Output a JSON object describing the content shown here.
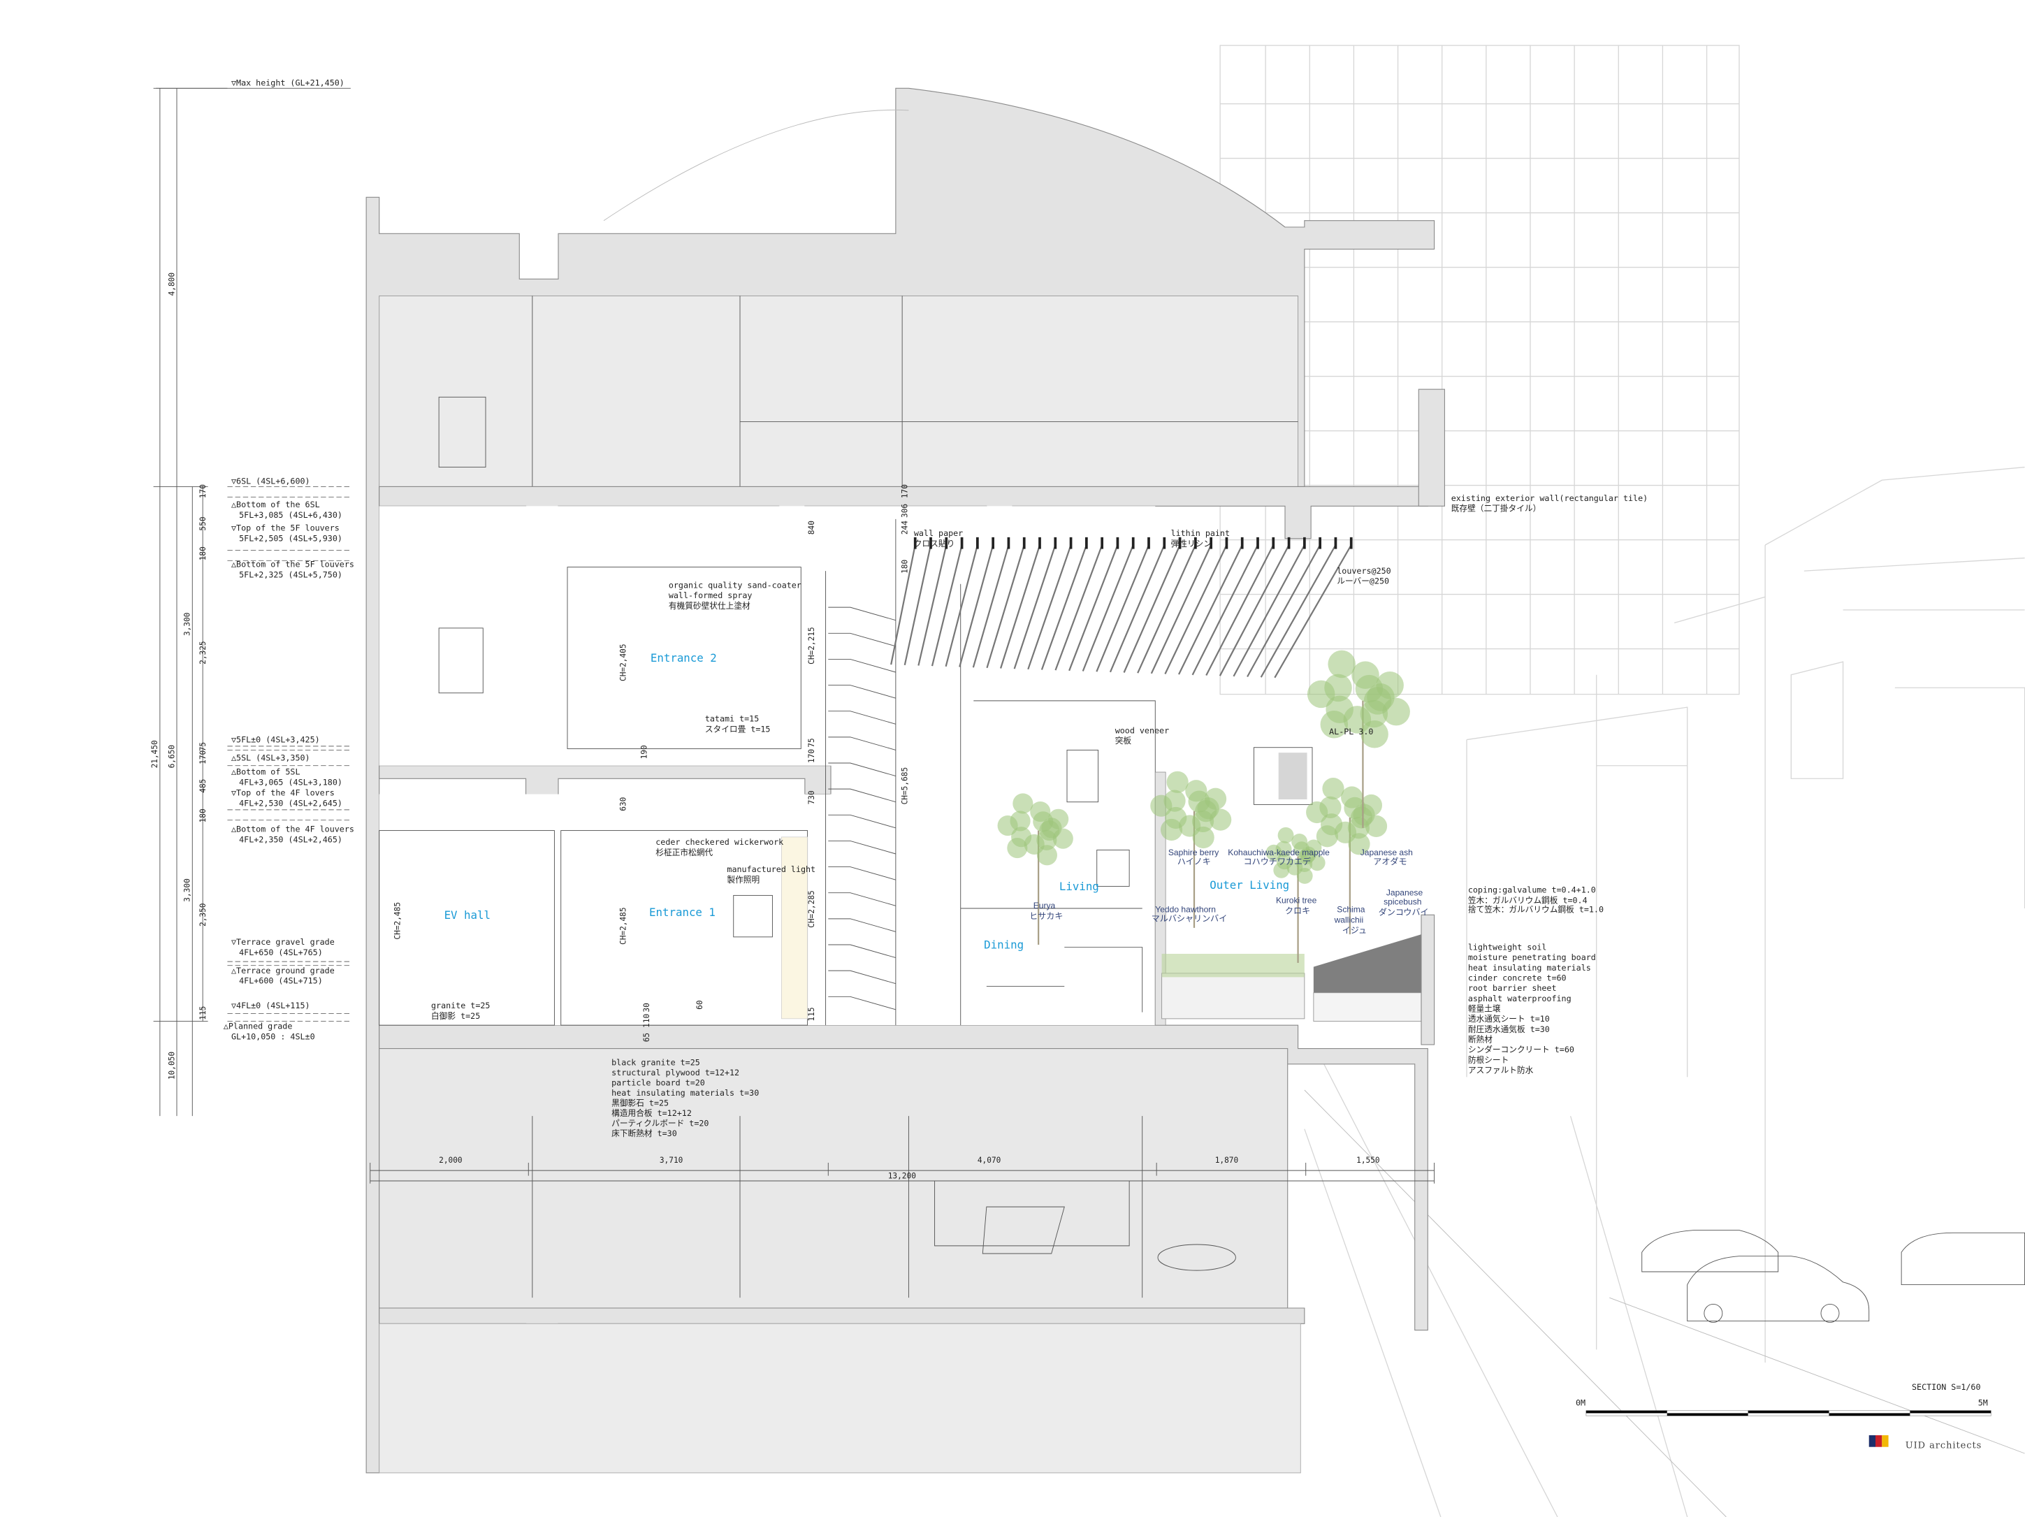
{
  "levels": {
    "max_height": "▽Max height (GL+21,450)",
    "sl6": "▽6SL (4SL+6,600)",
    "bottom_6sl": [
      "△Bottom of the 6SL",
      "5FL+3,085 (4SL+6,430)"
    ],
    "top_5f_louvers": [
      "▽Top of the 5F louvers",
      "5FL+2,505 (4SL+5,930)"
    ],
    "bottom_5f_louvers": [
      "△Bottom of the 5F louvers",
      "5FL+2,325 (4SL+5,750)"
    ],
    "fl5": "▽5FL±0 (4SL+3,425)",
    "sl5": "△5SL (4SL+3,350)",
    "bottom_5sl": [
      "△Bottom of 5SL",
      "4FL+3,065 (4SL+3,180)"
    ],
    "top_4f_louvers": [
      "▽Top of the 4F lovers",
      "4FL+2,530 (4SL+2,645)"
    ],
    "bottom_4f_louvers": [
      "△Bottom of the 4F louvers",
      "4FL+2,350 (4SL+2,465)"
    ],
    "terrace_gravel": [
      "▽Terrace gravel grade",
      "4FL+650 (4SL+765)"
    ],
    "terrace_ground": [
      "△Terrace ground grade",
      "4FL+600 (4SL+715)"
    ],
    "fl4": "▽4FL±0 (4SL+115)",
    "planned_grade": [
      "△Planned grade",
      "GL+10,050 : 4SL±0"
    ]
  },
  "vertical_dims": {
    "total": "21,450",
    "upper": "4,800",
    "mid": "6,650",
    "lower": "10,050",
    "floor5": "3,300",
    "floor4": "3,300",
    "d170a": "170",
    "d550": "550",
    "d180a": "180",
    "d2325": "2,325",
    "d75": "75",
    "d170b": "170",
    "d485": "485",
    "d180b": "180",
    "d2350": "2,350",
    "d115": "115",
    "c840": "840",
    "c170": "170",
    "c306": "306",
    "c244": "244",
    "c180": "180",
    "c75": "75",
    "c170b": "170",
    "c730": "730",
    "c630": "630",
    "c190": "190",
    "c115": "115",
    "c30": "30",
    "c110": "110",
    "c65": "65",
    "c60": "60"
  },
  "ceiling_heights": {
    "entrance2": "CH=2,405",
    "stair": "CH=2,215",
    "living": "CH=5,685",
    "ev_hall": "CH=2,485",
    "entrance1": "CH=2,485",
    "shelf": "CH=2,285"
  },
  "rooms": {
    "entrance2": "Entrance 2",
    "entrance1": "Entrance 1",
    "ev_hall": "EV hall",
    "living": "Living",
    "dining": "Dining",
    "outer_living": "Outer Living"
  },
  "notes": {
    "sand_coater": [
      "organic quality sand-coater",
      "wall-formed spray",
      "有機質砂壁状仕上塗材"
    ],
    "tatami": [
      "tatami t=15",
      "スタイロ畳 t=15"
    ],
    "wall_paper": [
      "wall paper",
      "クロス貼り"
    ],
    "lithin": [
      "lithin paint",
      "弾性リシン"
    ],
    "louvers": [
      "louvers@250",
      "ルーバー@250"
    ],
    "existing_wall": [
      "existing exterior wall(rectangular tile)",
      "既存壁（二丁掛タイル）"
    ],
    "cedar": [
      "ceder checkered wickerwork",
      "杉柾正市松網代"
    ],
    "light": [
      "manufactured light",
      "製作照明"
    ],
    "granite": [
      "granite t=25",
      "白御影 t=25"
    ],
    "wood_veneer": [
      "wood veneer",
      "突板"
    ],
    "al_pl": "AL-PL 3.0",
    "coping": [
      "coping:galvalume t=0.4+1.0",
      "笠木：ガルバリウム鋼板 t=0.4",
      "捨て笠木：ガルバリウム鋼板 t=1.0"
    ],
    "roof_layers": [
      "lightweight soil",
      "moisture penetrating board",
      "heat insulating materials",
      "cinder concrete t=60",
      "root barrier sheet",
      "asphalt waterproofing",
      "軽量土壌",
      "透水通気シート t=10",
      "耐圧透水通気板 t=30",
      "断熱材",
      "シンダーコンクリート t=60",
      "防根シート",
      "アスファルト防水"
    ],
    "floor_layers": [
      "black granite t=25",
      "structural plywood t=12+12",
      "particle board t=20",
      "heat insulating materials t=30",
      "黒御影石 t=25",
      "構造用合板 t=12+12",
      "パーティクルボード t=20",
      "床下断熱材 t=30"
    ]
  },
  "plants": {
    "eurya": [
      "Eurya",
      "ヒサカキ"
    ],
    "saphire": [
      "Saphire berry",
      "ハイノキ"
    ],
    "kohauchiwa": [
      "Kohauchiwa-kaede mapple",
      "コハウチワカエデ"
    ],
    "yeddo": [
      "Yeddo hawthorn",
      "マルバシャリンバイ"
    ],
    "kuroki": [
      "Kuroki tree",
      "クロキ"
    ],
    "schima": [
      "Schima",
      "wallichii",
      "イジュ"
    ],
    "ash": [
      "Japanese ash",
      "アオダモ"
    ],
    "spicebush": [
      "Japanese",
      "spicebush",
      "ダンコウバイ"
    ]
  },
  "horizontal_dims": {
    "spans": [
      "2,000",
      "3,710",
      "4,070",
      "1,870",
      "1,550"
    ],
    "total": "13,200"
  },
  "scale": {
    "title": "SECTION S=1/60",
    "start": "0M",
    "end": "5M",
    "segments": 5
  },
  "logo": {
    "mark": "UID",
    "name": "UID architects",
    "colors": [
      "#1d2f6b",
      "#c8202a",
      "#f2b705"
    ]
  },
  "colors": {
    "room_label": "#1a9ad6",
    "plant_label": "#33457a",
    "concrete": "#e3e3e3",
    "foliage": "#9dc47a"
  }
}
